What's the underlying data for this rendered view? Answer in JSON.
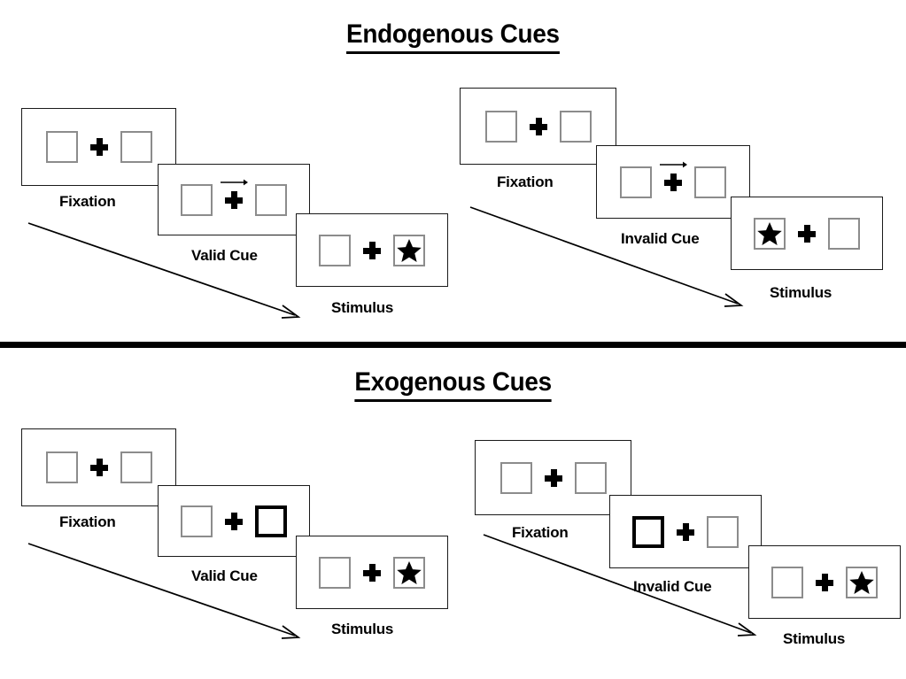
{
  "page": {
    "background": "#ffffff",
    "ink": "#000000",
    "box_border_color": "#8c8c8c",
    "cue_border_color": "#000000",
    "frame_border_color": "#1a1a1a"
  },
  "sections": [
    {
      "id": "endogenous",
      "title": "Endogenous Cues",
      "conditions": [
        {
          "id": "endogenous-valid",
          "stages": [
            {
              "label": "Fixation",
              "left_box": "empty",
              "right_box": "empty",
              "cue": "none"
            },
            {
              "label": "Valid Cue",
              "left_box": "empty",
              "right_box": "empty",
              "cue": "arrow-right"
            },
            {
              "label": "Stimulus",
              "left_box": "empty",
              "right_box": "star",
              "cue": "none"
            }
          ]
        },
        {
          "id": "endogenous-invalid",
          "stages": [
            {
              "label": "Fixation",
              "left_box": "empty",
              "right_box": "empty",
              "cue": "none"
            },
            {
              "label": "Invalid Cue",
              "left_box": "empty",
              "right_box": "empty",
              "cue": "arrow-right"
            },
            {
              "label": "Stimulus",
              "left_box": "star",
              "right_box": "empty",
              "cue": "none"
            }
          ]
        }
      ]
    },
    {
      "id": "exogenous",
      "title": "Exogenous Cues",
      "conditions": [
        {
          "id": "exogenous-valid",
          "stages": [
            {
              "label": "Fixation",
              "left_box": "empty",
              "right_box": "empty",
              "cue": "none"
            },
            {
              "label": "Valid Cue",
              "left_box": "empty",
              "right_box": "highlight",
              "cue": "none"
            },
            {
              "label": "Stimulus",
              "left_box": "empty",
              "right_box": "star",
              "cue": "none"
            }
          ]
        },
        {
          "id": "exogenous-invalid",
          "stages": [
            {
              "label": "Fixation",
              "left_box": "empty",
              "right_box": "empty",
              "cue": "none"
            },
            {
              "label": "Invalid Cue",
              "left_box": "highlight",
              "right_box": "empty",
              "cue": "none"
            },
            {
              "label": "Stimulus",
              "left_box": "empty",
              "right_box": "star",
              "cue": "none"
            }
          ]
        }
      ]
    }
  ],
  "icons": {
    "fixation_cross": "plus-cross-icon",
    "cue_arrow": "arrow-right-icon",
    "target": "star-icon",
    "time_flow": "diagonal-arrow-icon"
  }
}
